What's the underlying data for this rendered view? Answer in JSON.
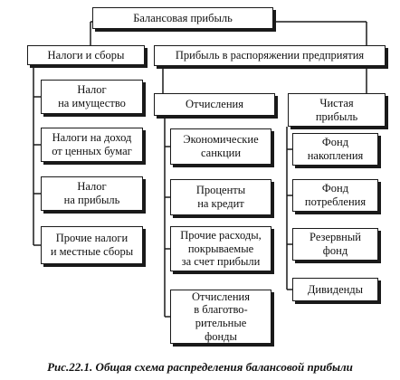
{
  "root": "Балансовая прибыль",
  "taxes": {
    "title": "Налоги и сборы",
    "items": [
      "Налог\nна имущество",
      "Налоги на доход\nот ценных бумаг",
      "Налог\nна прибыль",
      "Прочие налоги\nи местные сборы"
    ]
  },
  "enterprise": {
    "title": "Прибыль в распоряжении предприятия",
    "deductions": {
      "title": "Отчисления",
      "items": [
        "Экономические\nсанкции",
        "Проценты\nна кредит",
        "Прочие расходы,\nпокрываемые\nза счет прибыли",
        "Отчисления\nв благотво-\nрительные\nфонды"
      ]
    },
    "net": {
      "title": "Чистая\nприбыль",
      "items": [
        "Фонд\nнакопления",
        "Фонд\nпотребления",
        "Резервный\nфонд",
        "Дивиденды"
      ]
    }
  },
  "caption": "Рис.22.1. Общая схема распределения балансовой прибыли"
}
